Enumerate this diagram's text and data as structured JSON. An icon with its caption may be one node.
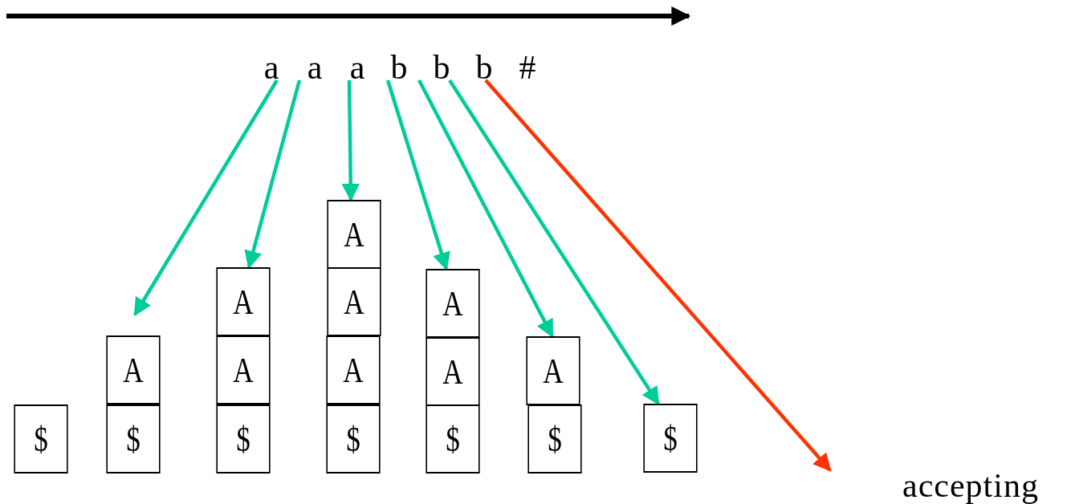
{
  "diagram": {
    "nodes": [
      {
        "text": [
          "a"
        ]
      },
      {
        "text": [
          "a"
        ]
      },
      {
        "text": [
          "a"
        ]
      },
      {
        "text": [
          "b"
        ]
      },
      {
        "text": [
          "b"
        ]
      },
      {
        "text": [
          "b"
        ]
      },
      {
        "text": [
          "#"
        ]
      },
      {
        "text": [
          "$"
        ]
      },
      {
        "text": [
          "A"
        ]
      },
      {
        "text": [
          "$"
        ]
      },
      {
        "text": [
          "A"
        ]
      },
      {
        "text": [
          "A"
        ]
      },
      {
        "text": [
          "$"
        ]
      },
      {
        "text": [
          "A"
        ]
      },
      {
        "text": [
          "A"
        ]
      },
      {
        "text": [
          "A"
        ]
      },
      {
        "text": [
          "$"
        ]
      },
      {
        "text": [
          "A"
        ]
      },
      {
        "text": [
          "A"
        ]
      },
      {
        "text": [
          "$"
        ]
      },
      {
        "text": [
          "A"
        ]
      },
      {
        "text": [
          "$"
        ]
      },
      {
        "text": [
          "$"
        ]
      },
      {
        "text": [
          "accepting"
        ]
      }
    ],
    "edges": [
      {
        "from": 0,
        "to": 8,
        "arrow": "to"
      },
      {
        "from": 1,
        "to": 10,
        "arrow": "to"
      },
      {
        "from": 2,
        "to": 13,
        "arrow": "to"
      },
      {
        "from": 3,
        "to": 17,
        "arrow": "to"
      },
      {
        "from": 4,
        "to": 20,
        "arrow": "to"
      },
      {
        "from": 4,
        "to": 22,
        "arrow": "to"
      },
      {
        "from": 5,
        "to": 23,
        "arrow": "to",
        "color": "#ff3300"
      }
    ]
  }
}
